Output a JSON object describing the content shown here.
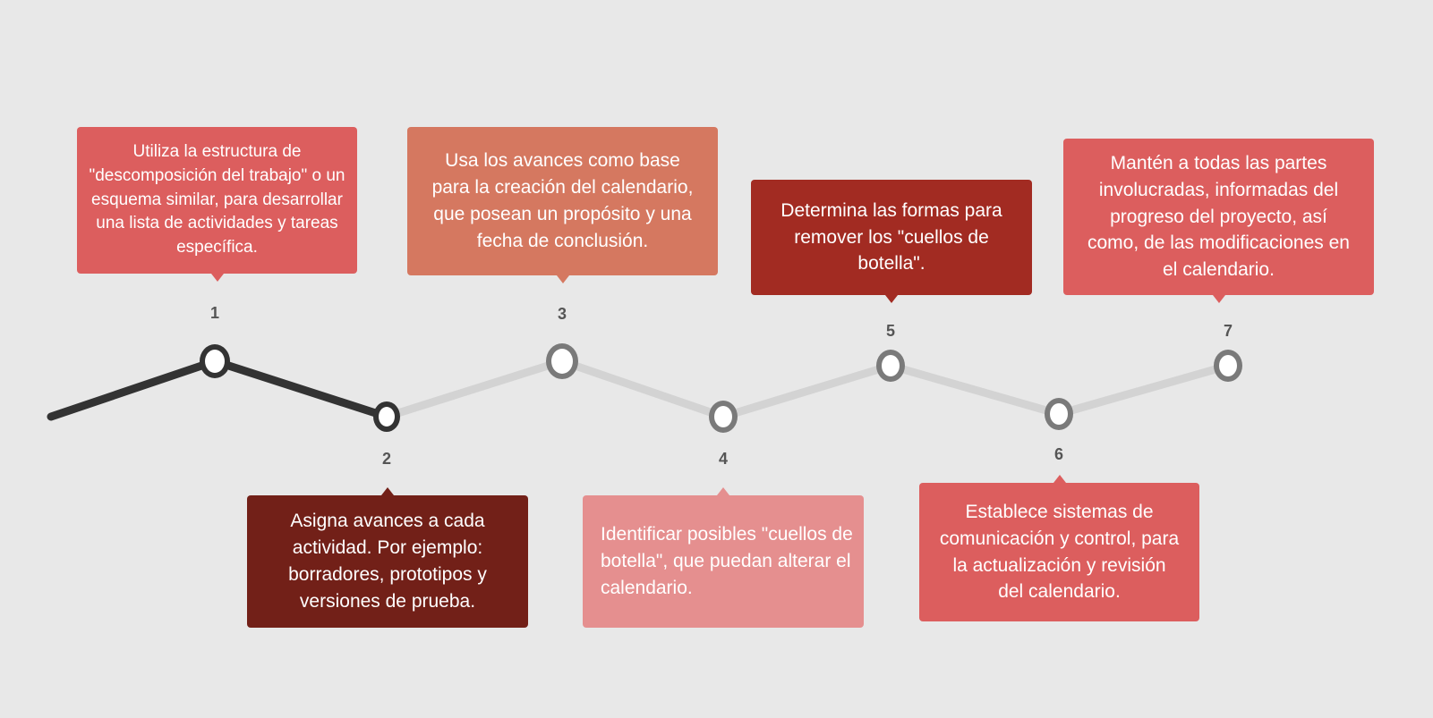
{
  "colors": {
    "background": "#e8e8e8",
    "line_completed": "#333333",
    "line_pending": "#d3d3d3",
    "node_completed_border": "#333333",
    "node_pending_border": "#7a7a7a",
    "number_text": "#555555"
  },
  "timeline": {
    "current_step": 2,
    "steps": [
      {
        "number": "1",
        "text": "Utiliza la estructura de \"descomposición del trabajo\" o un esquema similar, para desarrollar una lista de actividades y tareas específica.",
        "color": "#dc5e5e"
      },
      {
        "number": "2",
        "text": "Asigna avances a cada actividad. Por ejemplo: borradores, prototipos y versiones de prueba.",
        "color": "#722018"
      },
      {
        "number": "3",
        "text": "Usa los avances como base para la creación del calendario, que posean un propósito y una fecha de conclusión.",
        "color": "#d57860"
      },
      {
        "number": "4",
        "text": "Identificar posibles \"cuellos de botella\", que puedan alterar el calendario.",
        "color": "#e58f8f"
      },
      {
        "number": "5",
        "text": "Determina las formas para remover los \"cuellos de botella\".",
        "color": "#a22b22"
      },
      {
        "number": "6",
        "text": "Establece sistemas de comunicación y control, para la actualización y revisión del calendario.",
        "color": "#dc5e5e"
      },
      {
        "number": "7",
        "text": "Mantén a todas las partes involucradas, informadas del progreso del proyecto, así como, de las modificaciones en el calendario.",
        "color": "#dc5e5e"
      }
    ]
  }
}
